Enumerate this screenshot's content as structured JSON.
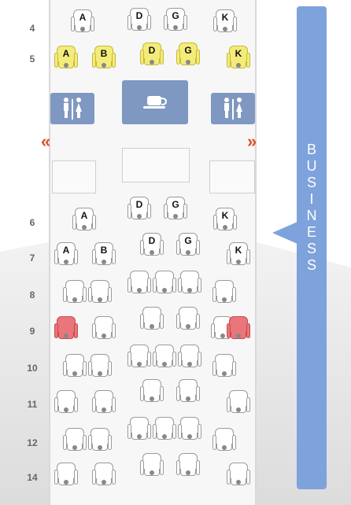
{
  "cabin": {
    "section_label_letters": [
      "B",
      "U",
      "S",
      "I",
      "N",
      "E",
      "S",
      "S"
    ],
    "colors": {
      "accent_blue": "#7ea2db",
      "facility_blue": "#7f98c2",
      "selected_yellow": "#f3ec7a",
      "unavailable_red": "#e8767a",
      "exit_arrow": "#d9532a"
    },
    "rows": [
      "4",
      "5",
      "6",
      "7",
      "8",
      "9",
      "10",
      "11",
      "12",
      "14"
    ],
    "seat_labels": {
      "r4": [
        "A",
        "D",
        "G",
        "K"
      ],
      "r5": [
        "A",
        "B",
        "D",
        "G",
        "K"
      ],
      "r6": [
        "A",
        "D",
        "G",
        "K"
      ],
      "r7": [
        "A",
        "B",
        "D",
        "G",
        "K"
      ]
    },
    "icons": {
      "lavatory": "lavatory-icon",
      "galley": "coffee-cup-icon",
      "exit": "exit-arrow-icon"
    },
    "exit_left_glyph": "«",
    "exit_right_glyph": "»"
  }
}
